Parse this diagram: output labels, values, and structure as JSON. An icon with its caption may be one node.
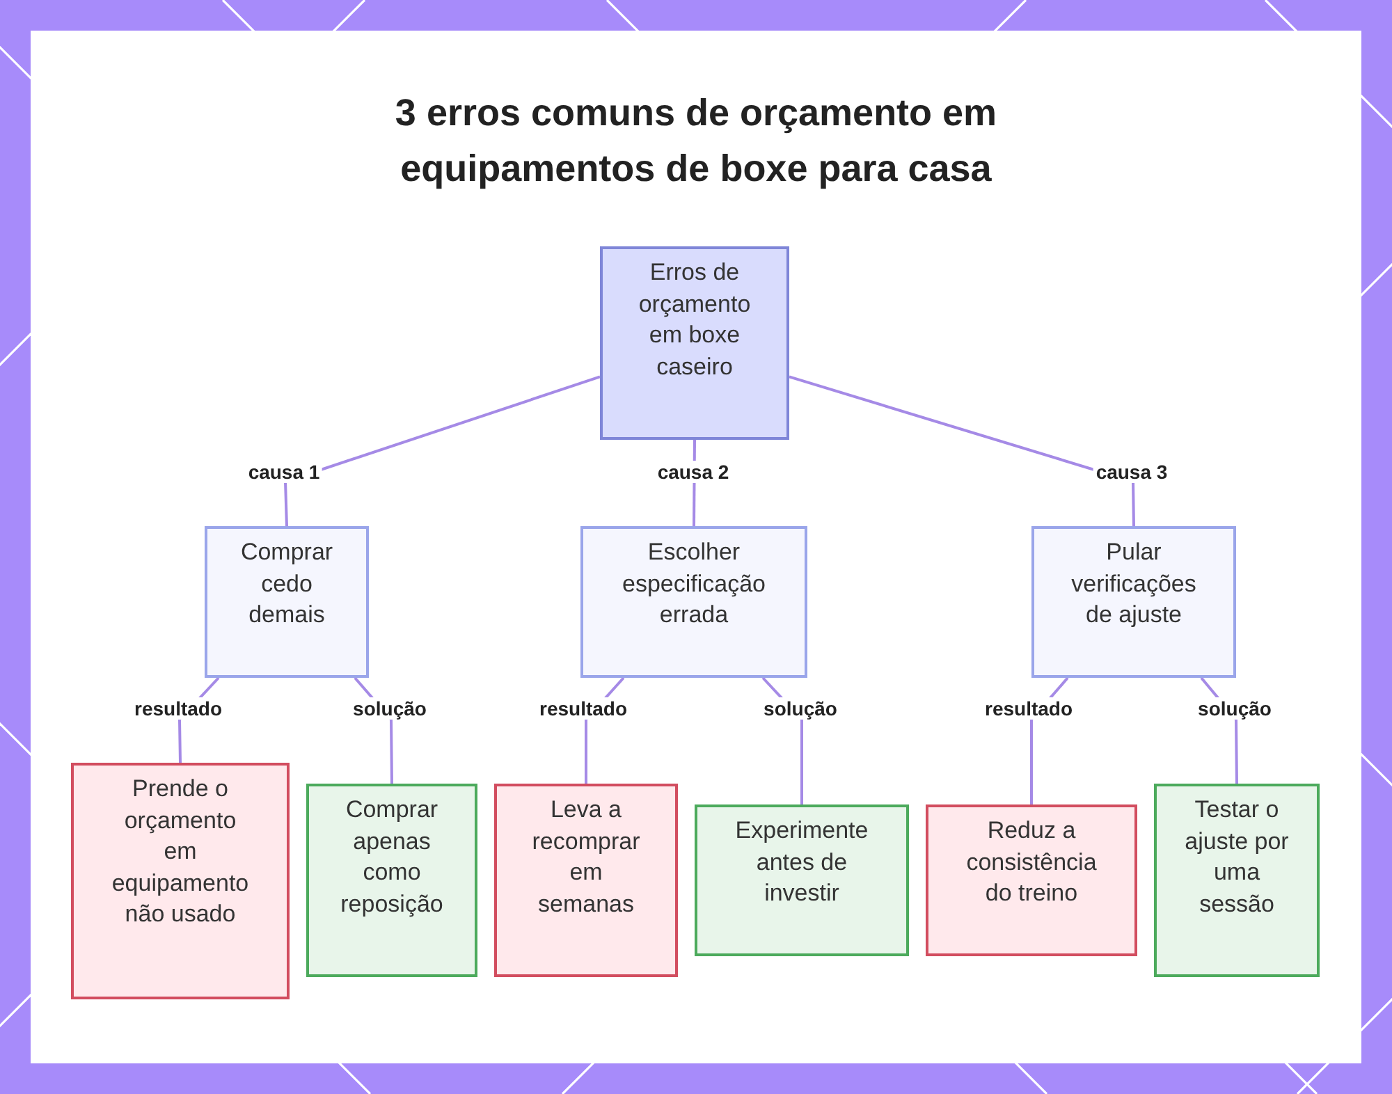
{
  "diagram": {
    "title": "3 erros comuns de orçamento em equipamentos de boxe para casa",
    "nodes": [
      {
        "text": [
          "Erros de orçamento em boxe caseiro"
        ]
      },
      {
        "text": [
          "Comprar cedo demais"
        ]
      },
      {
        "text": [
          "Escolher especificação errada"
        ]
      },
      {
        "text": [
          "Pular verificações de ajuste"
        ]
      },
      {
        "text": [
          "Prende o orçamento em equipamento não usado"
        ]
      },
      {
        "text": [
          "Comprar apenas como reposição"
        ]
      },
      {
        "text": [
          "Leva a recomprar em semanas"
        ]
      },
      {
        "text": [
          "Experimente antes de investir"
        ]
      },
      {
        "text": [
          "Reduz a consistência do treino"
        ]
      },
      {
        "text": [
          "Testar o ajuste por uma sessão"
        ]
      }
    ],
    "edges": [
      {
        "from": 0,
        "to": 1,
        "arrow": "none",
        "label": "causa 1"
      },
      {
        "from": 0,
        "to": 2,
        "arrow": "none",
        "label": "causa 2"
      },
      {
        "from": 0,
        "to": 3,
        "arrow": "none",
        "label": "causa 3"
      },
      {
        "from": 1,
        "to": 4,
        "arrow": "none",
        "label": "resultado"
      },
      {
        "from": 1,
        "to": 5,
        "arrow": "none",
        "label": "solução"
      },
      {
        "from": 2,
        "to": 6,
        "arrow": "none",
        "label": "resultado"
      },
      {
        "from": 2,
        "to": 7,
        "arrow": "none",
        "label": "solução"
      },
      {
        "from": 3,
        "to": 8,
        "arrow": "none",
        "label": "resultado"
      },
      {
        "from": 3,
        "to": 9,
        "arrow": "none",
        "label": "solução"
      }
    ]
  }
}
